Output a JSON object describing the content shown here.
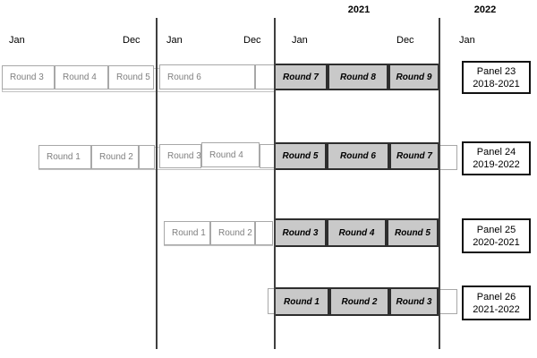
{
  "years": [
    "2021",
    "2022"
  ],
  "months": [
    "Jan",
    "Dec",
    "Jan",
    "Dec",
    "Jan",
    "Dec",
    "Jan"
  ],
  "rows": [
    {
      "panel": {
        "line1": "Panel 23",
        "line2": "2018-2021"
      },
      "segments": [
        {
          "label": "Round 3",
          "style": "white"
        },
        {
          "label": "Round 4",
          "style": "white"
        },
        {
          "label": "Round 5",
          "style": "white"
        },
        {
          "label": "Round 6",
          "style": "white"
        },
        {
          "label": "",
          "style": "empty"
        },
        {
          "label": "Round 7",
          "style": "gray"
        },
        {
          "label": "Round 8",
          "style": "gray"
        },
        {
          "label": "Round 9",
          "style": "gray"
        }
      ]
    },
    {
      "panel": {
        "line1": "Panel 24",
        "line2": "2019-2022"
      },
      "segments": [
        {
          "label": "Round 1",
          "style": "white"
        },
        {
          "label": "Round 2",
          "style": "white"
        },
        {
          "label": "",
          "style": "empty"
        },
        {
          "label": "Round 3",
          "style": "white"
        },
        {
          "label": "Round 4",
          "style": "white"
        },
        {
          "label": "",
          "style": "empty"
        },
        {
          "label": "Round 5",
          "style": "gray"
        },
        {
          "label": "Round 6",
          "style": "gray"
        },
        {
          "label": "Round 7",
          "style": "gray"
        },
        {
          "label": "",
          "style": "empty"
        }
      ]
    },
    {
      "panel": {
        "line1": "Panel 25",
        "line2": "2020-2021"
      },
      "segments": [
        {
          "label": "Round 1",
          "style": "white"
        },
        {
          "label": "Round 2",
          "style": "white"
        },
        {
          "label": "",
          "style": "empty"
        },
        {
          "label": "Round 3",
          "style": "gray"
        },
        {
          "label": "Round 4",
          "style": "gray"
        },
        {
          "label": "Round 5",
          "style": "gray"
        }
      ]
    },
    {
      "panel": {
        "line1": "Panel 26",
        "line2": "2021-2022"
      },
      "segments": [
        {
          "label": "",
          "style": "empty"
        },
        {
          "label": "Round 1",
          "style": "gray"
        },
        {
          "label": "Round 2",
          "style": "gray"
        },
        {
          "label": "Round 3",
          "style": "gray"
        },
        {
          "label": "",
          "style": "empty"
        }
      ]
    }
  ],
  "colors": {
    "gray_fill": "#c9c9c9",
    "gray_border": "#2e2e2e",
    "white_border": "#a8a8a8",
    "white_text": "#7f7f7f",
    "timeline_line": "#3f3f3f"
  }
}
